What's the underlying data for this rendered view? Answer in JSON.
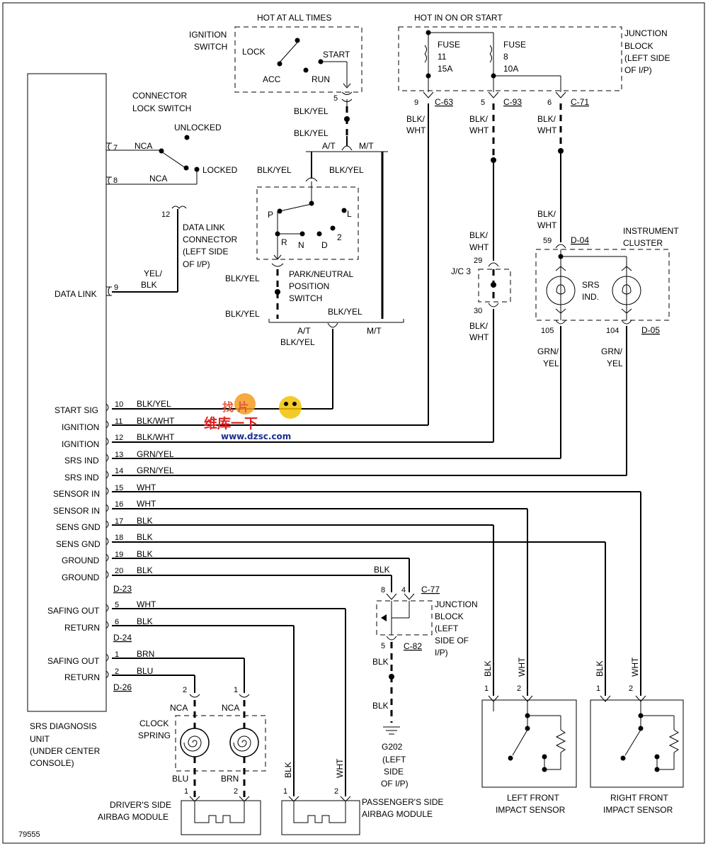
{
  "labels": {
    "hot_at_all_times": "HOT AT ALL TIMES",
    "hot_in_on_or_start": "HOT IN ON OR START",
    "at": "A/T",
    "mt": "M/T"
  },
  "wires": {
    "blk_yel": "BLK/YEL",
    "blk_slash": "BLK/",
    "wht": "WHT",
    "grn_slash": "GRN/",
    "yel": "YEL",
    "blk": "BLK"
  },
  "ignition_switch": {
    "title_1": "IGNITION",
    "title_2": "SWITCH",
    "lock": "LOCK",
    "start": "START",
    "acc": "ACC",
    "run": "RUN",
    "pin": "5"
  },
  "connector_lock_switch": {
    "title_1": "CONNECTOR",
    "title_2": "LOCK SWITCH",
    "unlocked": "UNLOCKED",
    "locked": "LOCKED",
    "nca": "NCA",
    "pin_7": "7",
    "pin_8": "8"
  },
  "data_link_connector": {
    "pin": "12",
    "line_1": "DATA LINK",
    "line_2": "CONNECTOR",
    "line_3": "(LEFT SIDE",
    "line_4": "OF I/P)",
    "wire_1": "YEL/",
    "wire_2": "BLK"
  },
  "park_neutral": {
    "p": "P",
    "l": "L",
    "r": "R",
    "n": "N",
    "d": "D",
    "two": "2",
    "title_1": "PARK/NEUTRAL",
    "title_2": "POSITION",
    "title_3": "SWITCH"
  },
  "fuse_block": {
    "fuse_label": "FUSE",
    "fuse_1_num": "11",
    "fuse_1_amp": "15A",
    "fuse_2_num": "8",
    "fuse_2_amp": "10A",
    "title_1": "JUNCTION",
    "title_2": "BLOCK",
    "title_3": "(LEFT SIDE",
    "title_4": "OF I/P)",
    "c63_pin": "9",
    "c63": "C-63",
    "c93_pin": "5",
    "c93": "C-93",
    "c71_pin": "6",
    "c71": "C-71"
  },
  "jc3": {
    "pin_29": "29",
    "label": "J/C 3",
    "pin_30": "30"
  },
  "instrument_cluster": {
    "title_1": "INSTRUMENT",
    "title_2": "CLUSTER",
    "pin_59": "59",
    "d04": "D-04",
    "srs": "SRS",
    "ind": "IND.",
    "pin_105": "105",
    "pin_104": "104",
    "d05": "D-05"
  },
  "srs_unit": {
    "data_link": "DATA LINK",
    "data_link_pin": "9",
    "d23": "D-23",
    "d24": "D-24",
    "d26": "D-26",
    "title_1": "SRS DIAGNOSIS",
    "title_2": "UNIT",
    "title_3": "(UNDER CENTER",
    "title_4": "CONSOLE)",
    "pins": [
      {
        "name": "START SIG",
        "num": "10",
        "wire": "BLK/YEL"
      },
      {
        "name": "IGNITION",
        "num": "11",
        "wire": "BLK/WHT"
      },
      {
        "name": "IGNITION",
        "num": "12",
        "wire": "BLK/WHT"
      },
      {
        "name": "SRS IND",
        "num": "13",
        "wire": "GRN/YEL"
      },
      {
        "name": "SRS IND",
        "num": "14",
        "wire": "GRN/YEL"
      },
      {
        "name": "SENSOR IN",
        "num": "15",
        "wire": "WHT"
      },
      {
        "name": "SENSOR IN",
        "num": "16",
        "wire": "WHT"
      },
      {
        "name": "SENS GND",
        "num": "17",
        "wire": "BLK"
      },
      {
        "name": "SENS GND",
        "num": "18",
        "wire": "BLK"
      },
      {
        "name": "GROUND",
        "num": "19",
        "wire": "BLK"
      },
      {
        "name": "GROUND",
        "num": "20",
        "wire": "BLK"
      },
      {
        "name": "SAFING OUT",
        "num": "5",
        "wire": "WHT"
      },
      {
        "name": "RETURN",
        "num": "6",
        "wire": "BLK"
      },
      {
        "name": "SAFING OUT",
        "num": "1",
        "wire": "BRN"
      },
      {
        "name": "RETURN",
        "num": "2",
        "wire": "BLU"
      }
    ]
  },
  "ground_junction": {
    "pin_8": "8",
    "pin_4": "4",
    "c77": "C-77",
    "title_1": "JUNCTION",
    "title_2": "BLOCK",
    "title_3": "(LEFT",
    "title_4": "SIDE OF",
    "title_5": "I/P)",
    "pin_5": "5",
    "c82": "C-82",
    "g202": "G202",
    "loc_1": "(LEFT",
    "loc_2": "SIDE",
    "loc_3": "OF I/P)"
  },
  "clock_spring": {
    "pin_2": "2",
    "pin_1": "1",
    "nca": "NCA",
    "title_1": "CLOCK",
    "title_2": "SPRING",
    "wire_blu": "BLU",
    "wire_brn": "BRN"
  },
  "airbags": {
    "pin_1": "1",
    "pin_2": "2",
    "driver_1": "DRIVER'S SIDE",
    "driver_2": "AIRBAG MODULE",
    "passenger_1": "PASSENGER'S SIDE",
    "passenger_2": "AIRBAG MODULE"
  },
  "impact_sensors": {
    "pin_1": "1",
    "pin_2": "2",
    "left_1": "LEFT FRONT",
    "right_1": "RIGHT FRONT",
    "sensor": "IMPACT SENSOR"
  },
  "figure_number": "79555",
  "watermark": {
    "top": "找  片",
    "middle": "维库一下",
    "url": "www.dzsc.com"
  }
}
